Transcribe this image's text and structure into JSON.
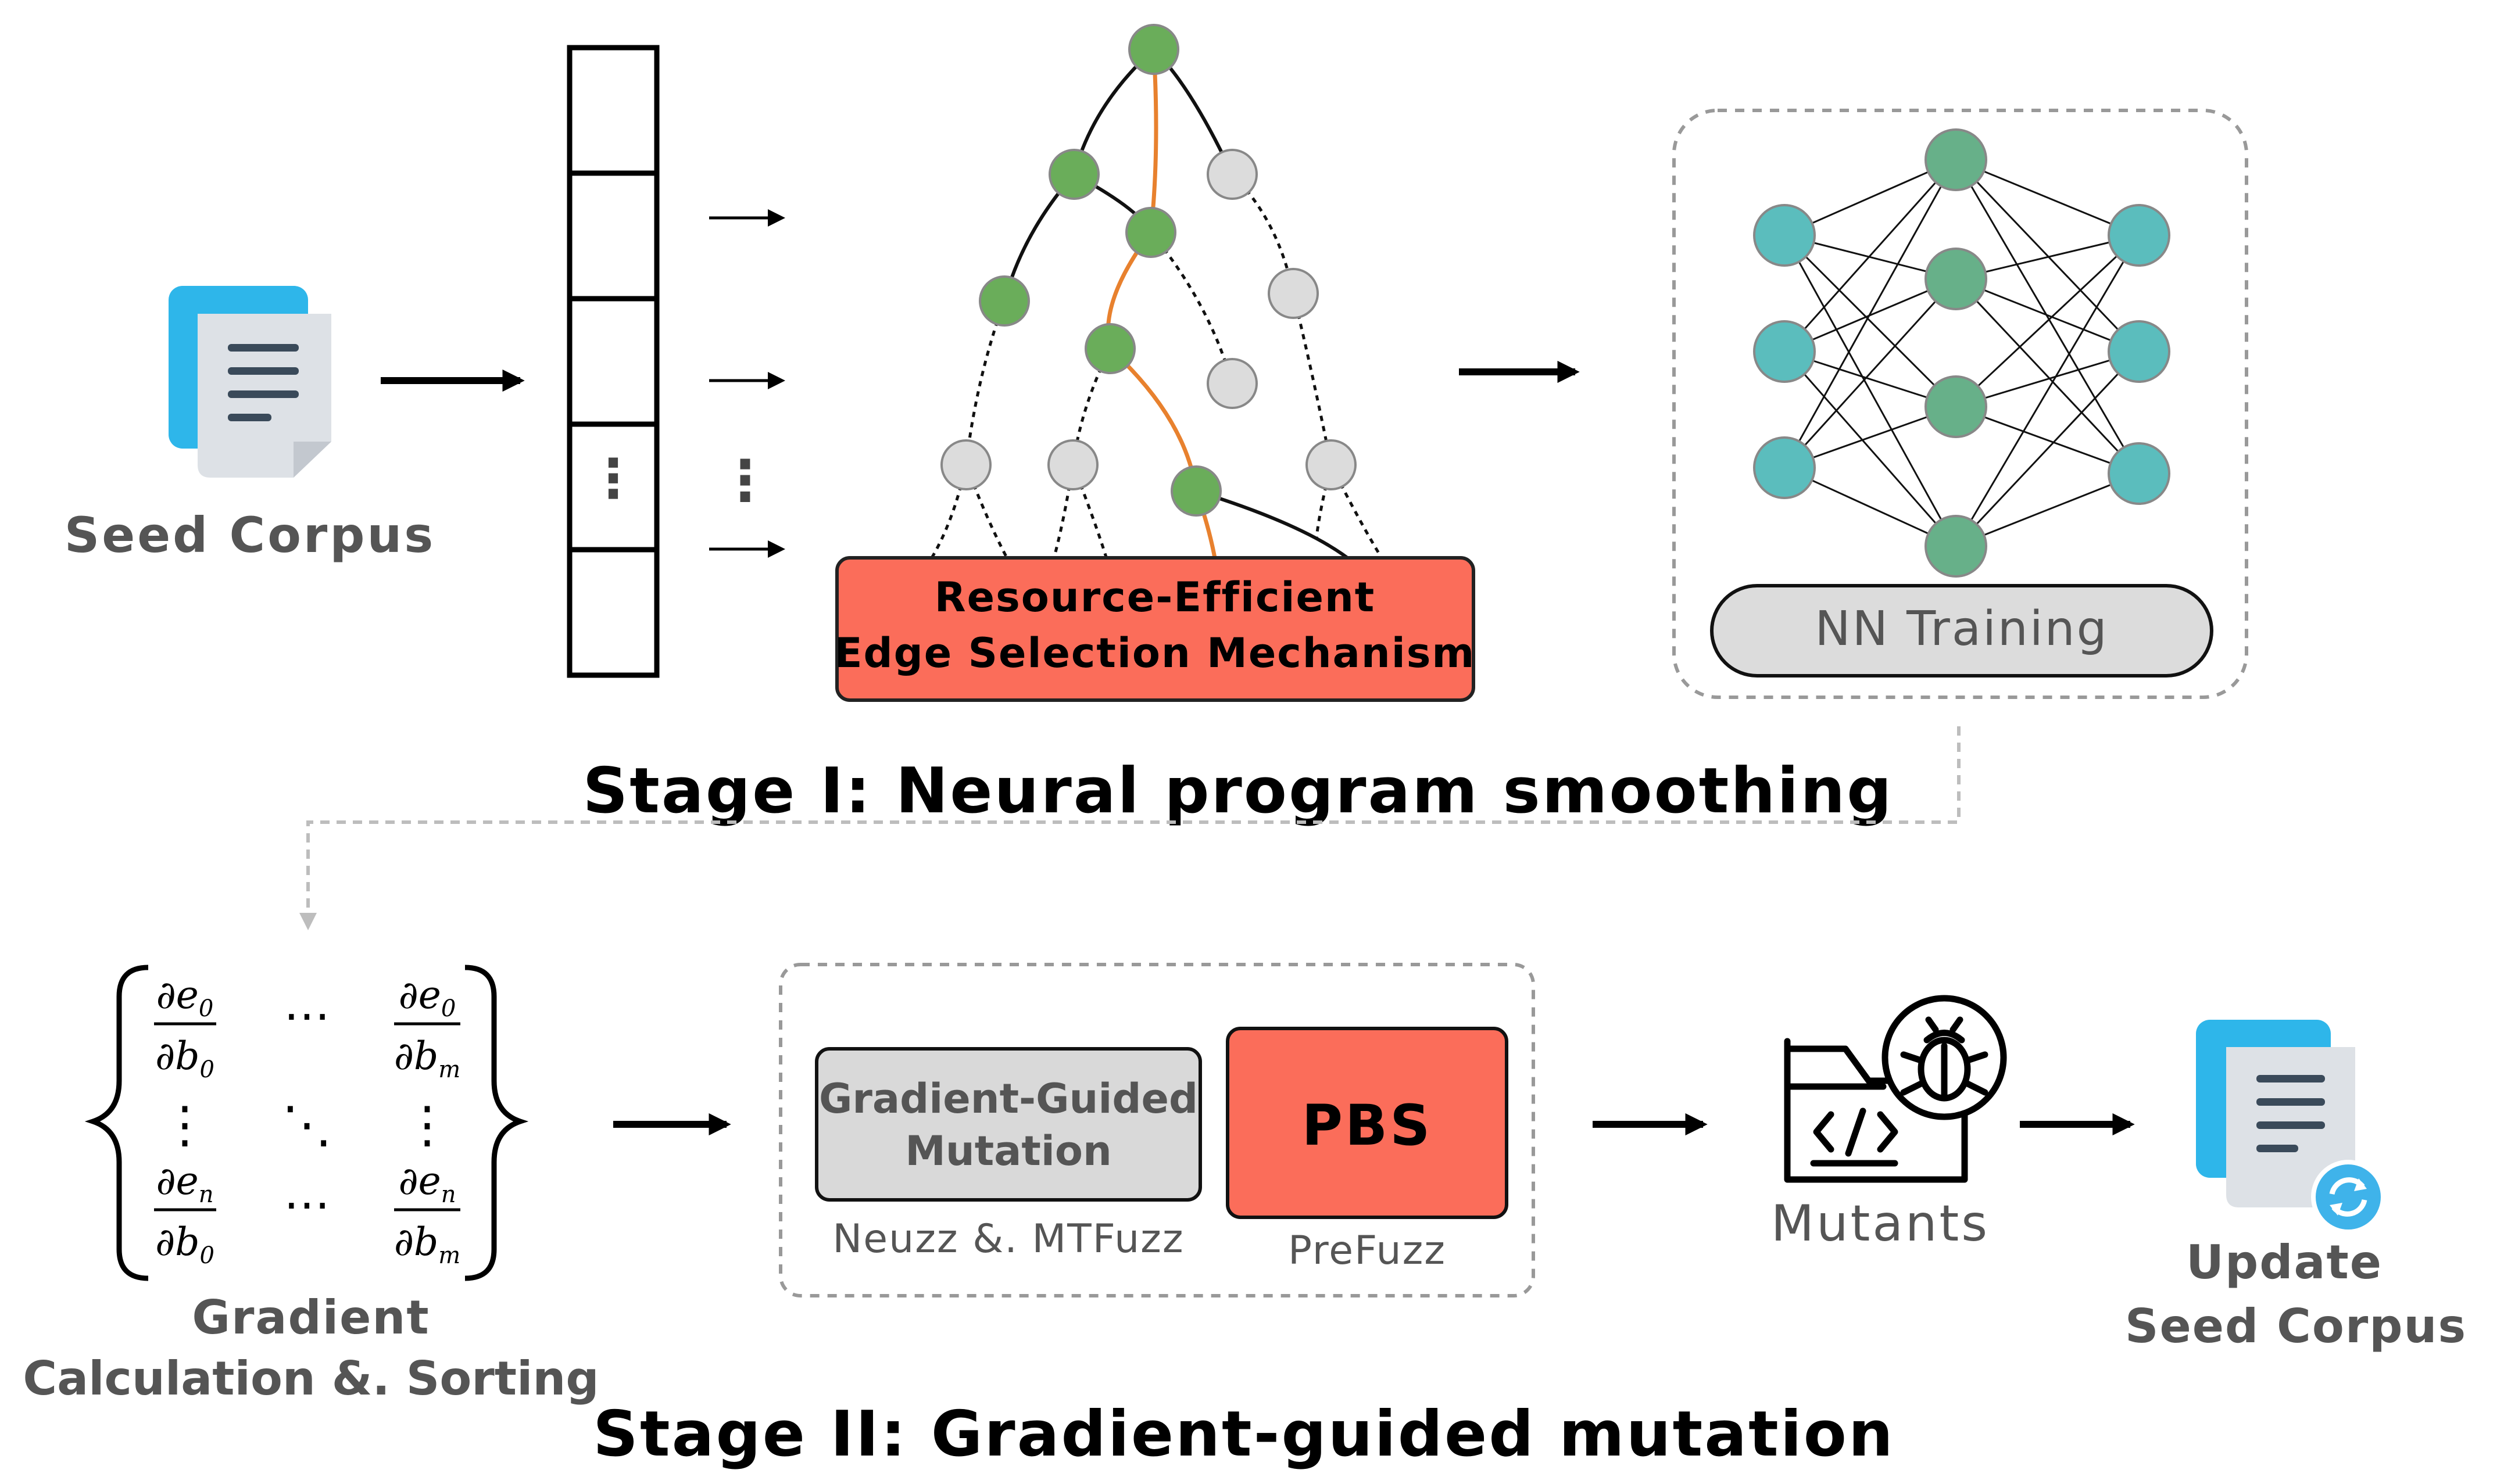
{
  "stage1": {
    "seed_corpus_label": "Seed Corpus",
    "mechanism_line1": "Resource-Efficient",
    "mechanism_line2": "Edge Selection Mechanism",
    "nn_training_label": "NN Training",
    "title": "Stage I: Neural program smoothing"
  },
  "stage2": {
    "gradient_label_line1": "Gradient",
    "gradient_label_line2": "Calculation &. Sorting",
    "ggm_line1": "Gradient-Guided",
    "ggm_line2": "Mutation",
    "ggm_caption": "Neuzz &. MTFuzz",
    "pbs_label": "PBS",
    "pbs_caption": "PreFuzz",
    "mutants_label": "Mutants",
    "update_line1": "Update",
    "update_line2": "Seed Corpus",
    "title": "Stage II: Gradient-guided mutation"
  },
  "matrix": {
    "cell_tl_num": "∂e",
    "cell_tl_num_sub": "0",
    "cell_tl_den": "∂b",
    "cell_tl_den_sub": "0",
    "cell_tr_num": "∂e",
    "cell_tr_num_sub": "0",
    "cell_tr_den": "∂b",
    "cell_tr_den_sub": "m",
    "cell_bl_num": "∂e",
    "cell_bl_num_sub": "n",
    "cell_bl_den": "∂b",
    "cell_bl_den_sub": "0",
    "cell_br_num": "∂e",
    "cell_br_num_sub": "n",
    "cell_br_den": "∂b",
    "cell_br_den_sub": "m",
    "hdots": "⋯",
    "vdots": "⋮",
    "ddots": "⋱"
  },
  "bitmap_dots": "⋮",
  "arrow_dots": "⋮",
  "icons": {
    "seed_document": "document-icon",
    "update_document": "document-refresh-icon",
    "mutants": "code-bug-icon"
  },
  "colors": {
    "red_box": "#fb6d5a",
    "gray_box": "#d9d9d9",
    "green_node": "#6aad5a",
    "gray_node": "#dcdcdc",
    "nn_teal": "#5bbdbd",
    "nn_green": "#67b089",
    "orange_path": "#e8812e",
    "doc_blue": "#2eb6ea",
    "label_gray": "#555555"
  }
}
